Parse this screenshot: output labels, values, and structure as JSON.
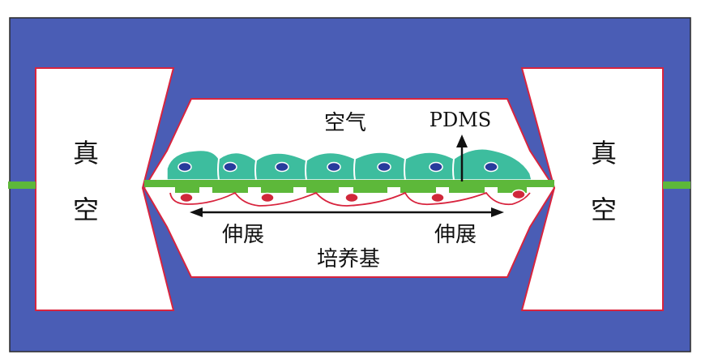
{
  "labels": {
    "vacuum_left_top": "真",
    "vacuum_left_bottom": "空",
    "vacuum_right_top": "真",
    "vacuum_right_bottom": "空",
    "air": "空气",
    "pdms": "PDMS",
    "stretch_left": "伸展",
    "stretch_right": "伸展",
    "medium": "培养基"
  },
  "colors": {
    "frame": "#4a5db5",
    "chamber_outline": "#d8243e",
    "membrane": "#5db83a",
    "epithelial_cells": "#3dbd9e",
    "epithelial_nuclei": "#283c9c",
    "endothelial_nuclei": "#d0283a"
  }
}
